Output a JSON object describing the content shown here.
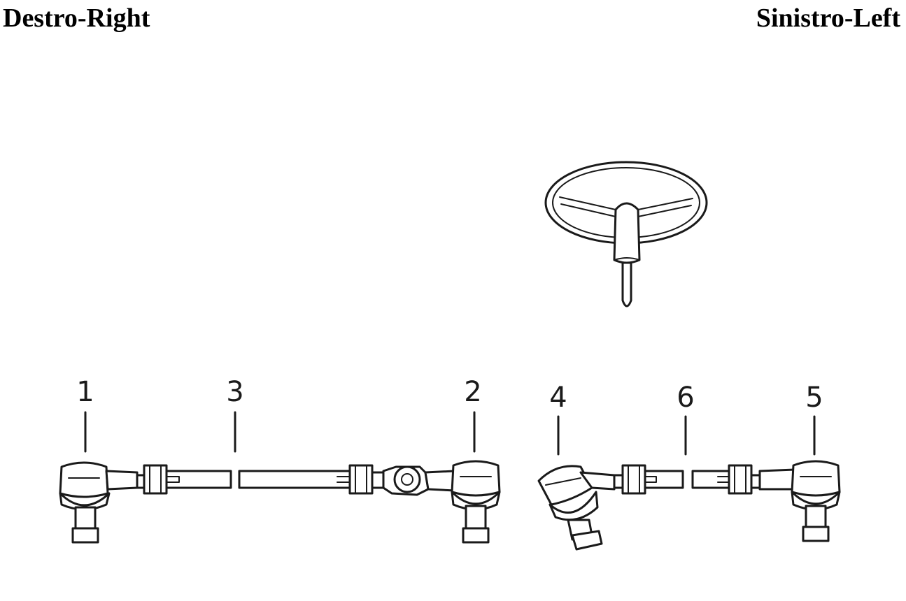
{
  "header": {
    "right_label": "Destro-Right",
    "left_label": "Sinistro-Left"
  },
  "callouts": [
    "1",
    "3",
    "2",
    "4",
    "6",
    "5"
  ],
  "colors": {
    "ink": "#1a1a1a",
    "background": "#ffffff"
  }
}
